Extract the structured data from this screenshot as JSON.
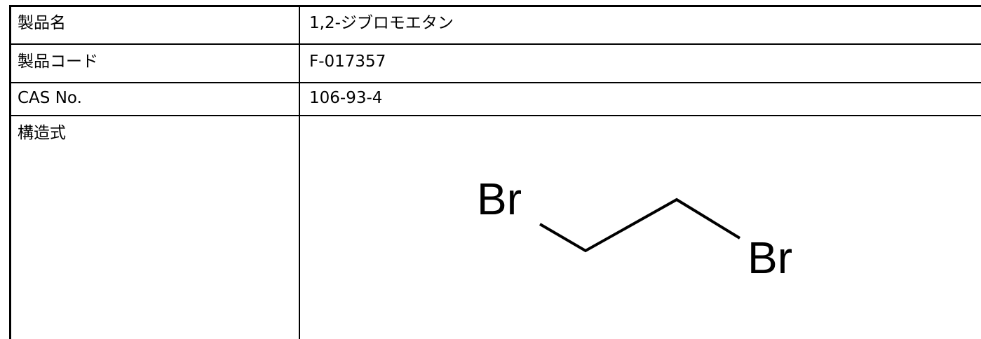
{
  "table": {
    "rows": [
      {
        "label": "製品名",
        "value": "1,2-ジブロモエタン"
      },
      {
        "label": "製品コード",
        "value": "F-017357"
      },
      {
        "label": "CAS No.",
        "value": "106-93-4"
      },
      {
        "label": "構造式",
        "value": ""
      }
    ]
  },
  "structure": {
    "atoms": [
      "Br",
      "Br"
    ],
    "line_color": "#000000"
  }
}
